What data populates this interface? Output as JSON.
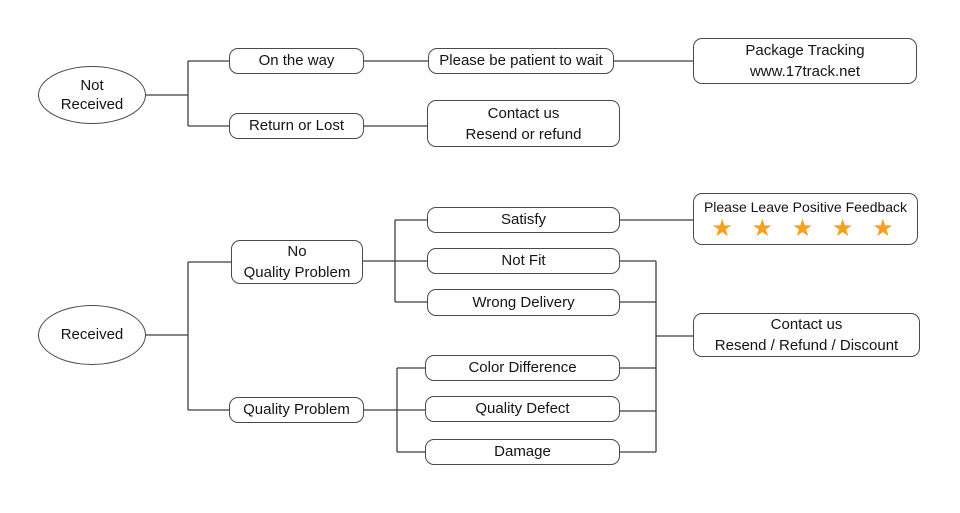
{
  "diagram": {
    "type": "flowchart",
    "colors": {
      "line": "#3f3f3f",
      "box_border": "#4a4a4a",
      "star": "#F5A01F",
      "background": "#ffffff"
    },
    "nodes": {
      "not_received": {
        "label": "Not\nReceived"
      },
      "on_the_way": {
        "label": "On the way"
      },
      "be_patient": {
        "label": "Please be patient to wait"
      },
      "package_tracking": {
        "label": "Package Tracking\nwww.17track.net"
      },
      "return_or_lost": {
        "label": "Return or Lost"
      },
      "contact_resend_refund": {
        "label": "Contact us\nResend or refund"
      },
      "received": {
        "label": "Received"
      },
      "no_quality_problem": {
        "label": "No\nQuality Problem"
      },
      "satisfy": {
        "label": "Satisfy"
      },
      "not_fit": {
        "label": "Not Fit"
      },
      "wrong_delivery": {
        "label": "Wrong Delivery"
      },
      "positive_feedback": {
        "label": "Please Leave Positive Feedback",
        "stars": "★ ★ ★ ★ ★",
        "star_count": 5
      },
      "contact_resend_refund_discount": {
        "label": "Contact us\nResend / Refund / Discount"
      },
      "quality_problem": {
        "label": "Quality Problem"
      },
      "color_difference": {
        "label": "Color Difference"
      },
      "quality_defect": {
        "label": "Quality Defect"
      },
      "damage": {
        "label": "Damage"
      }
    }
  }
}
